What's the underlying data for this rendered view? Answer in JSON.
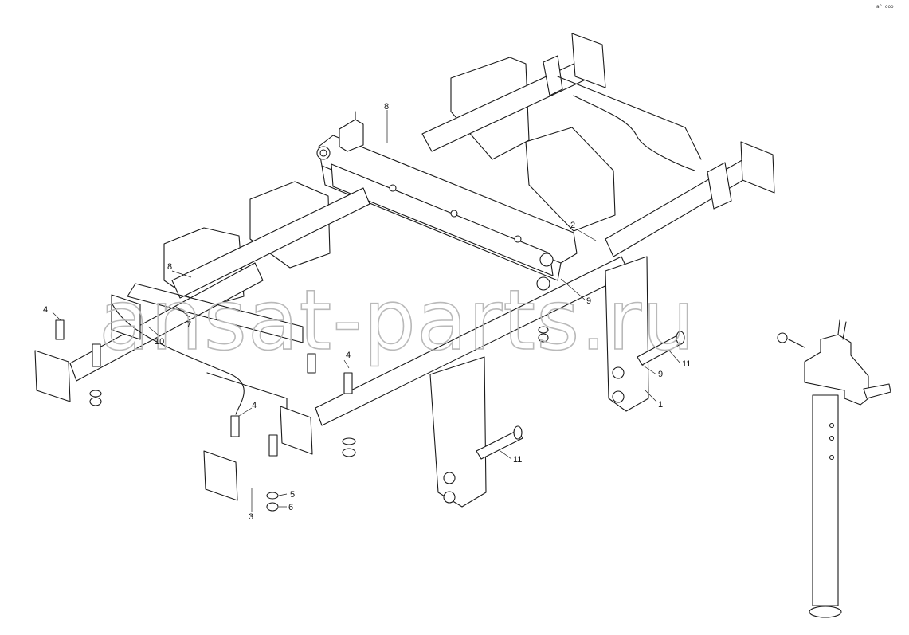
{
  "corner_tag": "a° ooo",
  "watermark": "ansat-parts.ru",
  "callouts": [
    {
      "id": "c8a",
      "label": "8"
    },
    {
      "id": "c8b",
      "label": "8"
    },
    {
      "id": "c2",
      "label": "2"
    },
    {
      "id": "c4a",
      "label": "4"
    },
    {
      "id": "c4b",
      "label": "4"
    },
    {
      "id": "c4c",
      "label": "4"
    },
    {
      "id": "c7",
      "label": "7"
    },
    {
      "id": "c10",
      "label": "10"
    },
    {
      "id": "c9a",
      "label": "9"
    },
    {
      "id": "c9b",
      "label": "9"
    },
    {
      "id": "c11a",
      "label": "11"
    },
    {
      "id": "c11b",
      "label": "11"
    },
    {
      "id": "c1",
      "label": "1"
    },
    {
      "id": "c3",
      "label": "3"
    },
    {
      "id": "c5",
      "label": "5"
    },
    {
      "id": "c6",
      "label": "6"
    }
  ]
}
